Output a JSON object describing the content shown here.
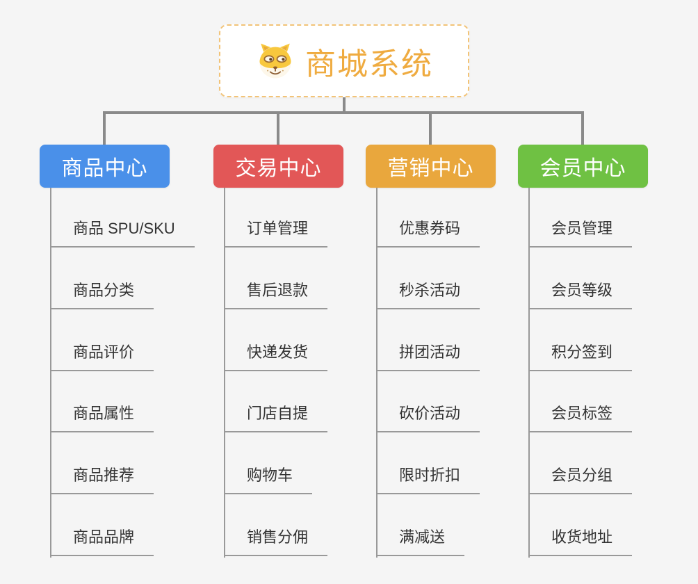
{
  "canvas": {
    "background": "#f5f5f5"
  },
  "root": {
    "title": "商城系统",
    "icon": "doge-face-icon",
    "text_color": "#efab40",
    "border_color": "#f2c377",
    "background": "#ffffff"
  },
  "connectors": {
    "thick_line_color": "#8a8a8a",
    "thin_line_color": "#999999"
  },
  "leaf_text_color": "#333333",
  "branches": [
    {
      "label": "商品中心",
      "color": "#4a90e9",
      "items": [
        "商品 SPU/SKU",
        "商品分类",
        "商品评价",
        "商品属性",
        "商品推荐",
        "商品品牌"
      ]
    },
    {
      "label": "交易中心",
      "color": "#e25757",
      "items": [
        "订单管理",
        "售后退款",
        "快递发货",
        "门店自提",
        "购物车",
        "销售分佣"
      ]
    },
    {
      "label": "营销中心",
      "color": "#e9a73d",
      "items": [
        "优惠券码",
        "秒杀活动",
        "拼团活动",
        "砍价活动",
        "限时折扣",
        "满减送"
      ]
    },
    {
      "label": "会员中心",
      "color": "#6fc143",
      "items": [
        "会员管理",
        "会员等级",
        "积分签到",
        "会员标签",
        "会员分组",
        "收货地址"
      ]
    }
  ]
}
